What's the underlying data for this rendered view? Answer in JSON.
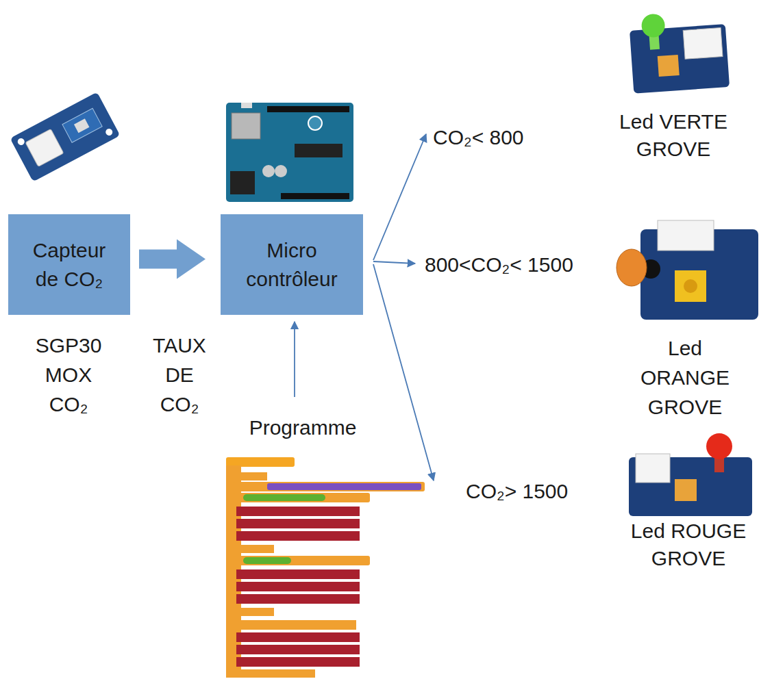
{
  "diagram": {
    "nodes": [
      {
        "text": [
          "Capteur de CO₂"
        ]
      },
      {
        "text": [
          "Micro contrôleur"
        ]
      }
    ],
    "edges": [
      {
        "from": 0,
        "to": 1,
        "arrow": "to"
      }
    ],
    "labels": [
      "SGP30 MOX CO₂",
      "TAUX DE CO₂",
      "Programme",
      "CO₂< 800",
      "800<CO₂< 1500",
      "CO₂> 1500",
      "Led VERTE GROVE",
      "Led ORANGE GROVE",
      "Led ROUGE GROVE"
    ]
  }
}
